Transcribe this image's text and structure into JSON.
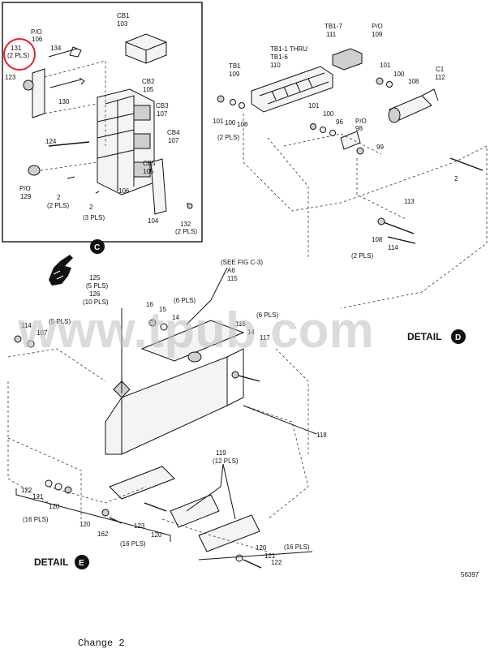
{
  "labels": {
    "l131": "131",
    "l2pls_a": "(2 PLS)",
    "lpo106": "P/O",
    "l106a": "106",
    "l134": "134",
    "l123": "123",
    "l130": "130",
    "l124": "124",
    "lpo129": "P/O",
    "l129": "129",
    "l2_a": "2",
    "l2pls_b": "(2 PLS)",
    "l2_b": "2",
    "l3pls": "(3 PLS)",
    "l106b": "106",
    "lcb1": "CB1",
    "l103": "103",
    "lcb2": "CB2",
    "l105a": "105",
    "lcb3": "CB3",
    "l107a": "107",
    "lcb4": "CB4",
    "l107b": "107",
    "lcb5": "CB5",
    "l105b": "105",
    "l104": "104",
    "l132": "132",
    "l2pls_c": "(2 PLS)",
    "detail_c": "C",
    "ltb17": "TB1-7",
    "l111": "111",
    "lpo109": "P/O",
    "l109a": "109",
    "ltb11": "TB1-1 THRU",
    "ltb16": "TB1-6",
    "l110": "110",
    "ltb1": "TB1",
    "l109b": "109",
    "l101a": "101",
    "l100a": "100",
    "l108a": "108",
    "l2pls_d": "(2 PLS)",
    "l101b": "101",
    "l100b": "100",
    "l96": "96",
    "lpo98": "P/O",
    "l98": "98",
    "l99": "99",
    "l101c": "101",
    "l100c": "100",
    "l108b": "108",
    "lc1": "C1",
    "l112": "112",
    "l2_c": "2",
    "l113": "113",
    "l108c": "108",
    "l114a": "114",
    "l2pls_e": "(2 PLS)",
    "detail_d_text": "DETAIL",
    "detail_d": "D",
    "l125": "125",
    "l5pls_a": "(5 PLS)",
    "l126": "126",
    "l10pls": "(10 PLS)",
    "lseefig": "(SEE FIG C-3)",
    "la6": "A6",
    "l115": "115",
    "l16": "16",
    "l15": "15",
    "l14a": "14",
    "l6pls_a": "(6 PLS)",
    "l5pls_b": "(5 PLS)",
    "l114b": "114",
    "l107c": "107",
    "l6pls_b": "(6 PLS)",
    "l116": "116",
    "l14b": "14",
    "l117": "117",
    "l118": "118",
    "l119": "119",
    "l12pls": "(12 PLS)",
    "l122a": "122",
    "l121a": "121",
    "l120a": "120",
    "l16pls_a": "(16 PLS)",
    "l120b": "120",
    "l162": "162",
    "l123b": "123",
    "l120c": "120",
    "l16pls_b": "(16 PLS)",
    "l16pls_c": "(16 PLS)",
    "l120d": "120",
    "l121b": "121",
    "l122b": "122",
    "detail_e_text": "DETAIL",
    "detail_e": "E",
    "l56397": "56397"
  },
  "watermark": "www.tpub.com",
  "footer": {
    "change": "Change 2"
  },
  "colors": {
    "highlight": "#e8202a",
    "ink": "#111111",
    "watermark": "#bfbfbf"
  },
  "icons": {
    "pointer": "pointing-hand-icon"
  }
}
